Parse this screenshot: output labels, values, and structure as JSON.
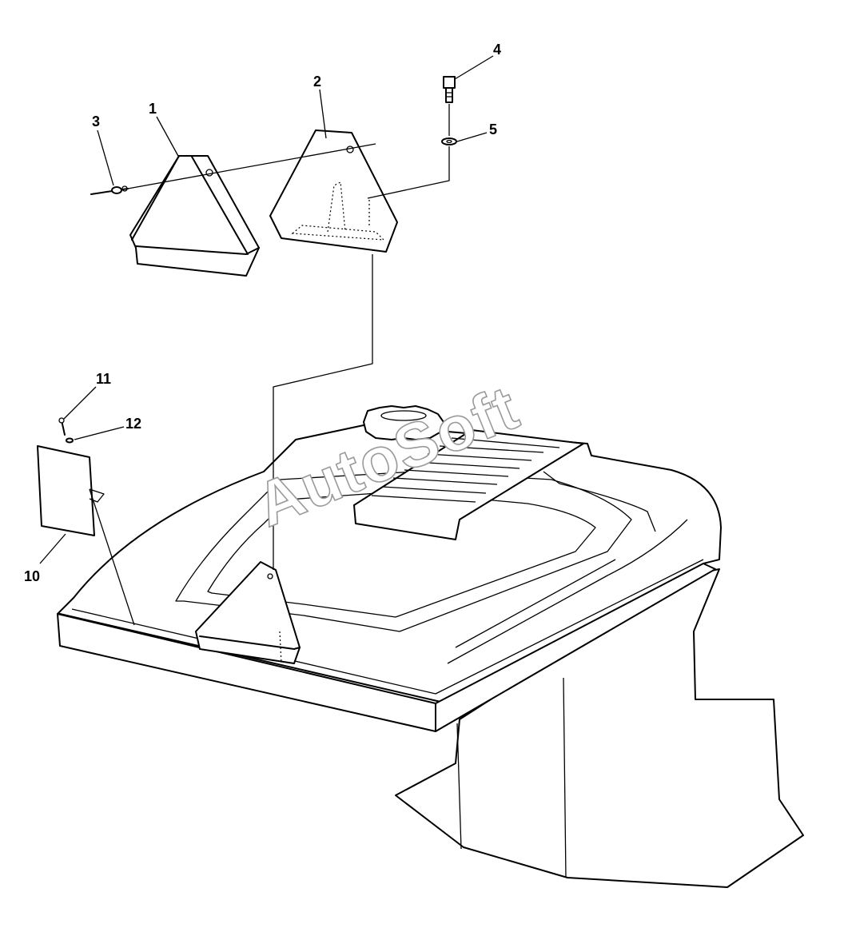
{
  "callouts": [
    {
      "id": "1",
      "part": "triangle-reflector-sign"
    },
    {
      "id": "2",
      "part": "sign-bracket"
    },
    {
      "id": "3",
      "part": "pin"
    },
    {
      "id": "4",
      "part": "bolt"
    },
    {
      "id": "5",
      "part": "washer"
    },
    {
      "id": "10",
      "part": "plate"
    },
    {
      "id": "11",
      "part": "screw"
    },
    {
      "id": "12",
      "part": "washer"
    }
  ],
  "watermark": "AutoSoft"
}
